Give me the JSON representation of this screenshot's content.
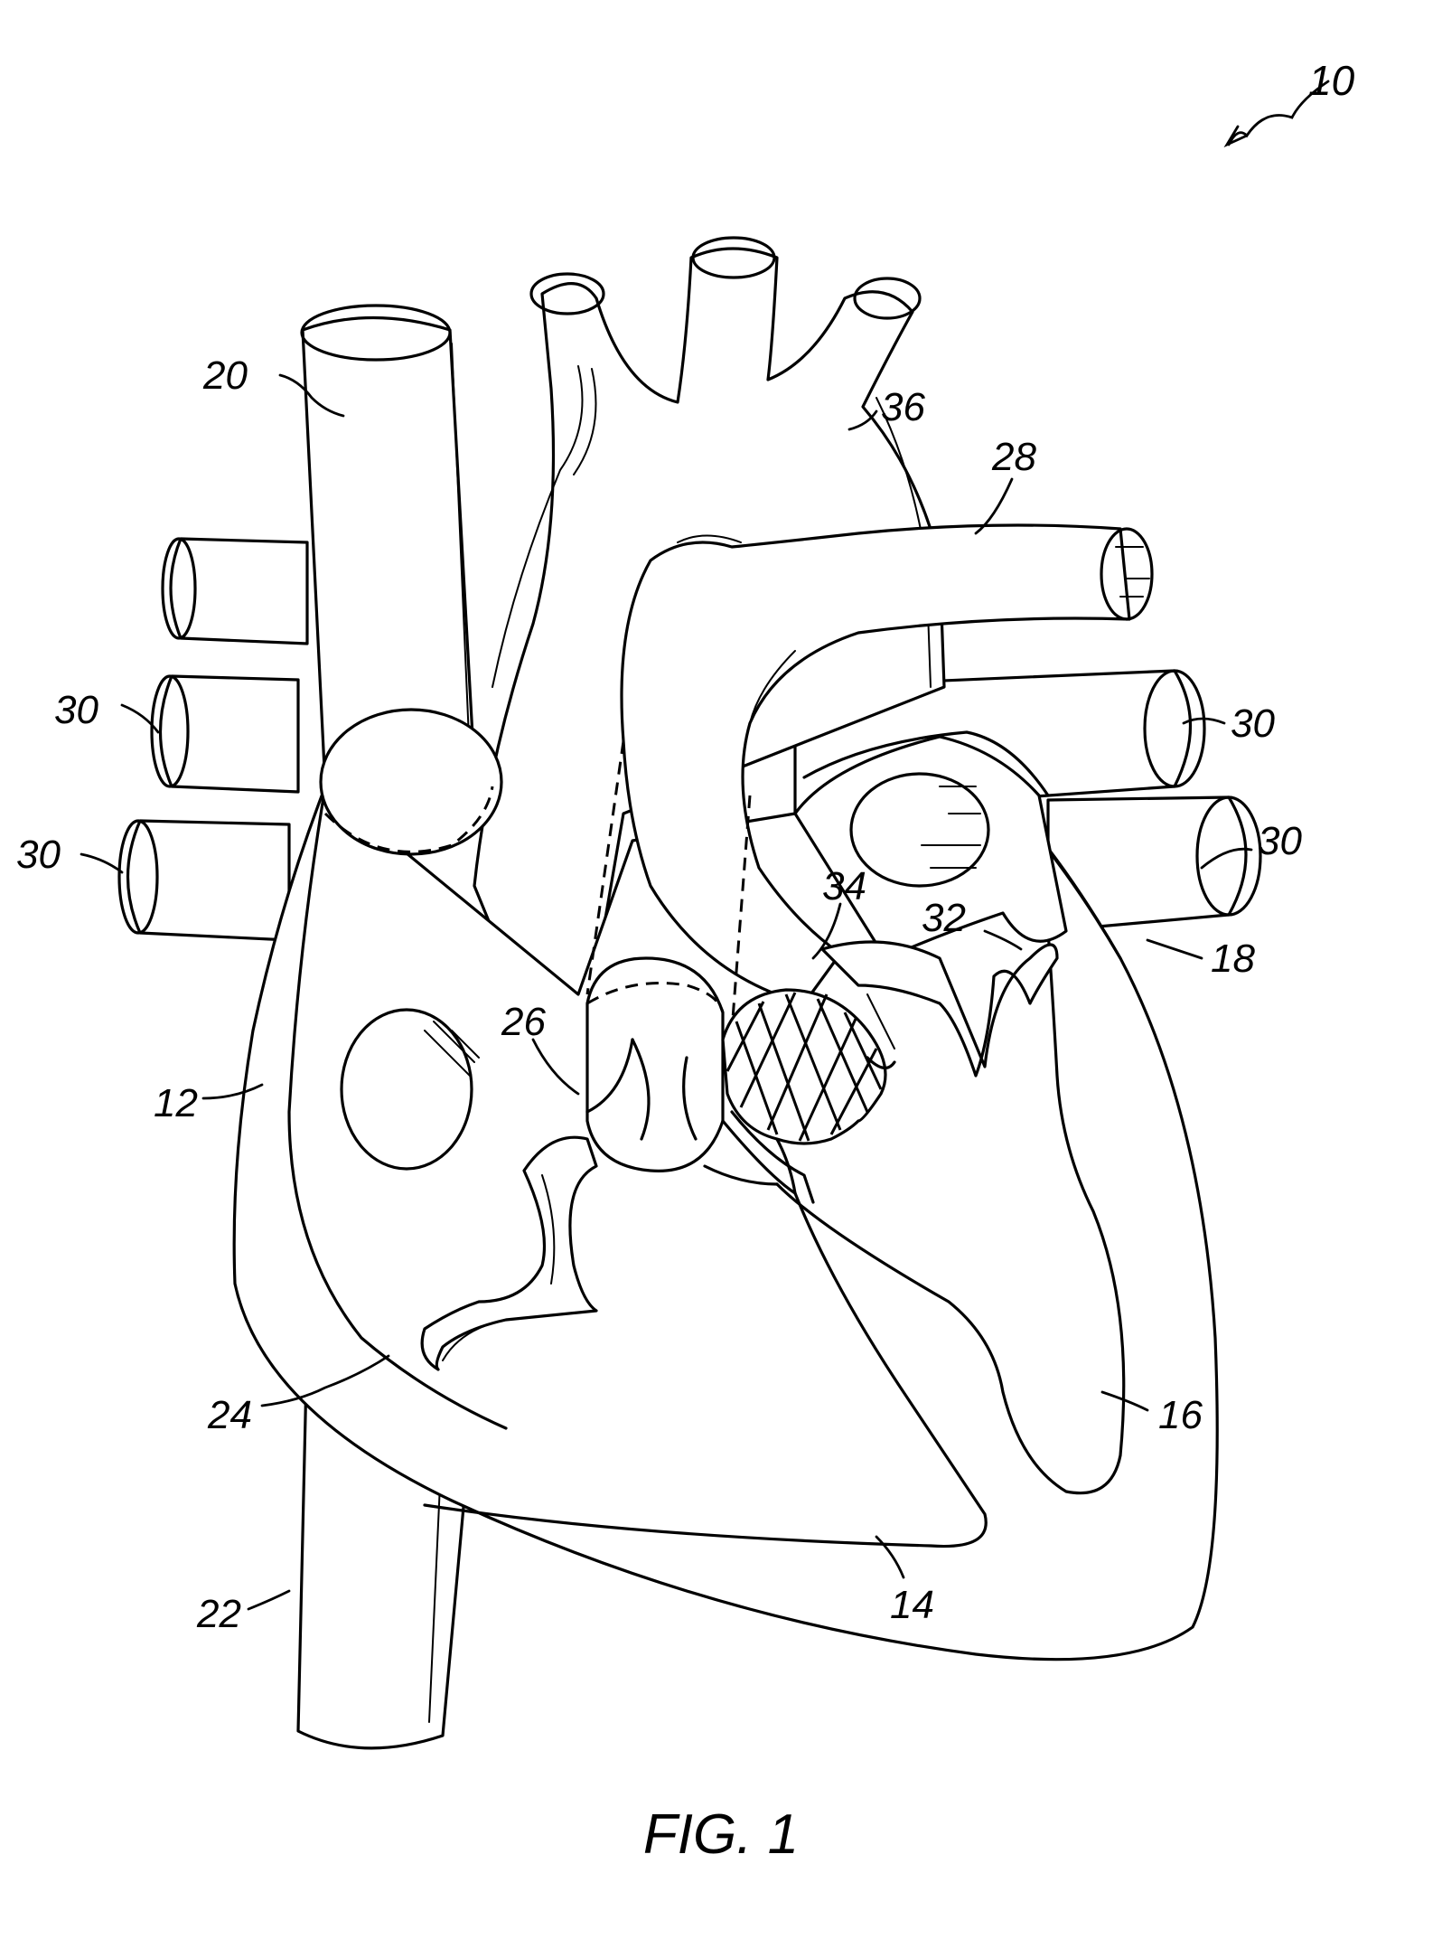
{
  "figure": {
    "caption": "FIG. 1",
    "reference_numerals": {
      "heart": "10",
      "right_atrium": "12",
      "right_ventricle": "14",
      "left_ventricle": "16",
      "left_atrium": "18",
      "superior_vena_cava": "20",
      "inferior_vena_cava": "22",
      "tricuspid_valve": "24",
      "pulmonary_valve": "26",
      "pulmonary_artery": "28",
      "pulmonary_vein_left_upper": "30",
      "pulmonary_vein_left_lower": "30",
      "pulmonary_vein_right_upper": "30",
      "pulmonary_vein_right_lower": "30",
      "mitral_valve": "32",
      "prosthetic_valve_stent": "34",
      "aorta": "36"
    }
  }
}
